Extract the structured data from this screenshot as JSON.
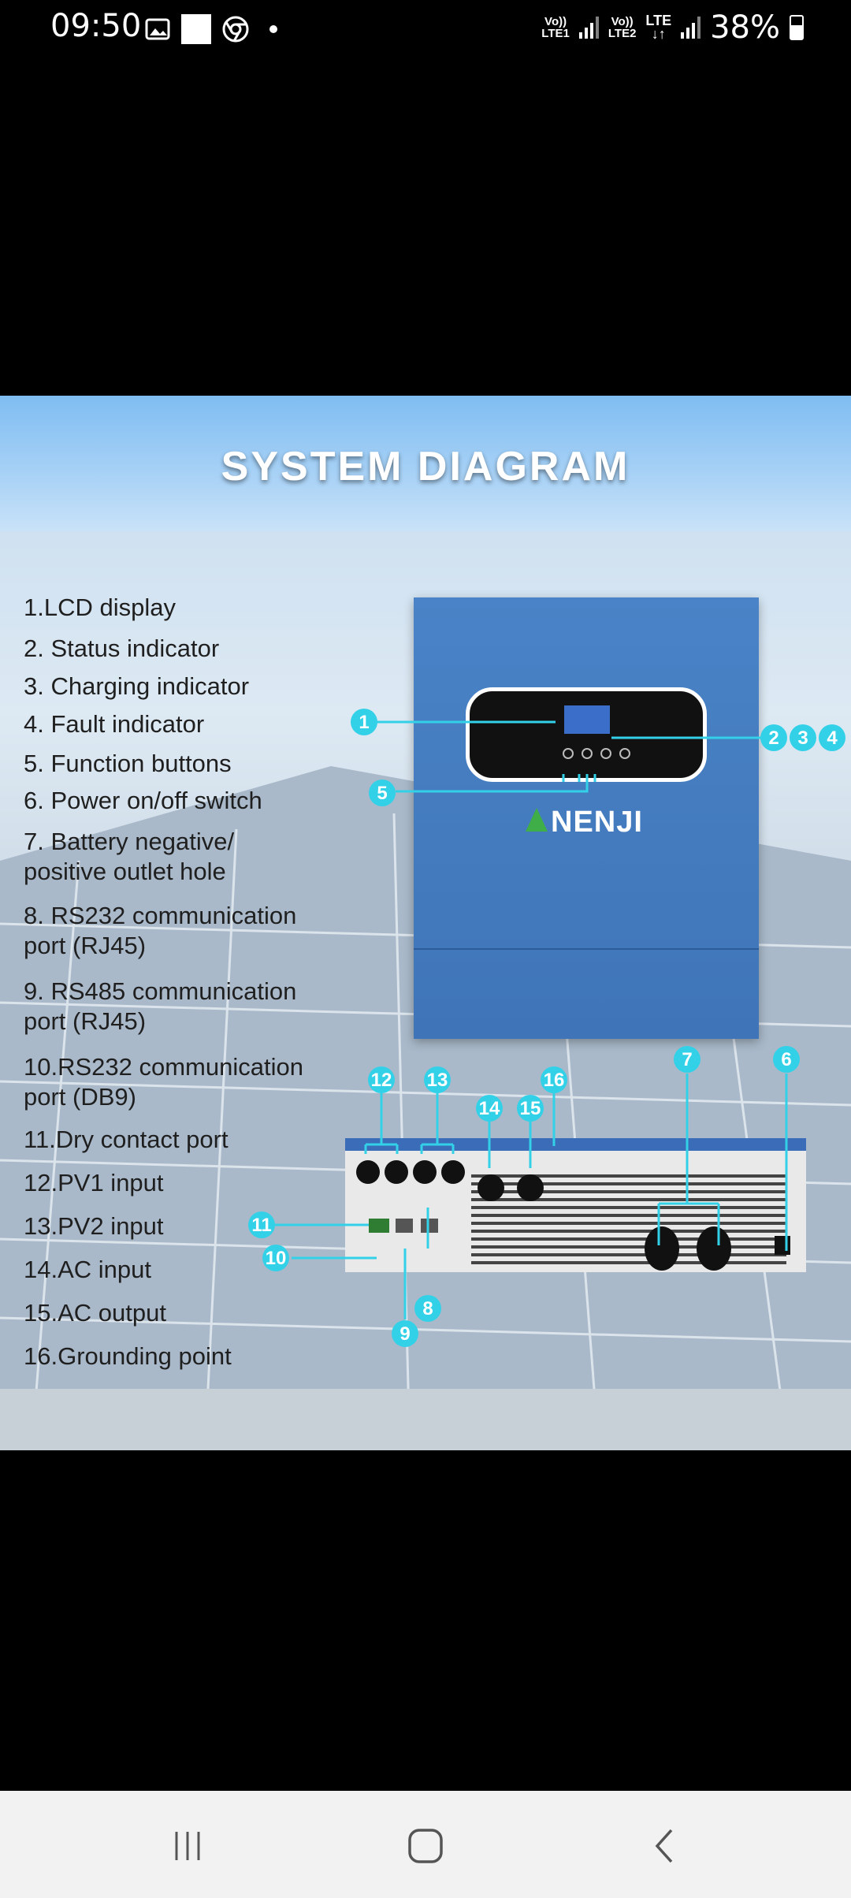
{
  "status_bar": {
    "time": "09:50",
    "sim1": "Vo))\nLTE1",
    "sim2": "Vo))\nLTE2",
    "net": "LTE\n↓↑",
    "battery": "38%"
  },
  "diagram": {
    "title": "SYSTEM DIAGRAM",
    "brand": "NENJI",
    "legend": [
      "1.LCD display",
      "2. Status indicator",
      "3. Charging indicator",
      "4. Fault indicator",
      "5. Function buttons",
      "6. Power on/off switch",
      "7. Battery negative/\npositive outlet hole",
      "8. RS232 communication\nport (RJ45)",
      "9. RS485 communication\nport (RJ45)",
      "10.RS232 communication\nport (DB9)",
      "11.Dry contact port",
      "12.PV1 input",
      "13.PV2 input",
      "14.AC input",
      "15.AC output",
      "16.Grounding point"
    ],
    "callouts": [
      "1",
      "2",
      "3",
      "4",
      "5",
      "6",
      "7",
      "8",
      "9",
      "10",
      "11",
      "12",
      "13",
      "14",
      "15",
      "16"
    ],
    "accent": "#33d1e8"
  },
  "nav": {
    "recent_icon": "recent-apps-icon",
    "home_icon": "home-icon",
    "back_icon": "back-icon"
  }
}
